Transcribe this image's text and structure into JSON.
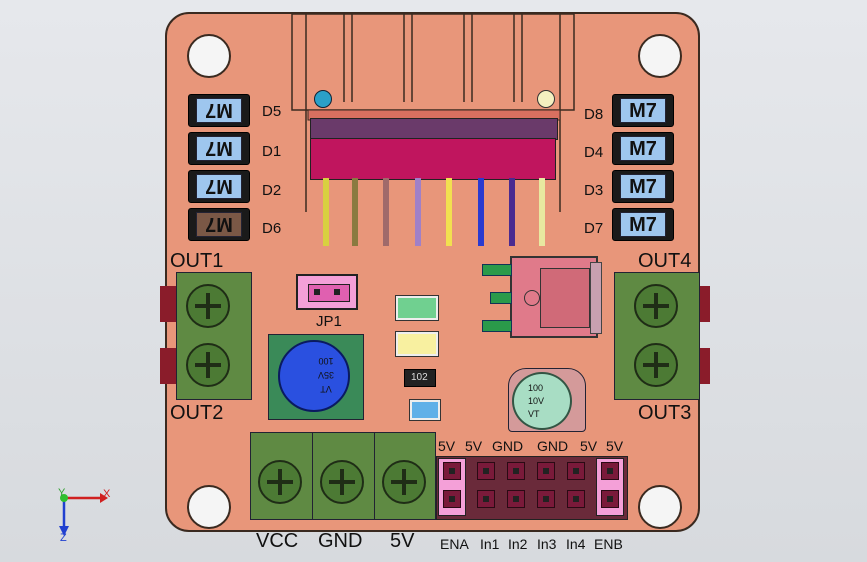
{
  "diodes_left": [
    {
      "label": "D5",
      "marking": "M7"
    },
    {
      "label": "D1",
      "marking": "M7"
    },
    {
      "label": "D2",
      "marking": "M7"
    },
    {
      "label": "D6",
      "marking": "M7"
    }
  ],
  "diodes_right": [
    {
      "label": "D8",
      "marking": "M7"
    },
    {
      "label": "D4",
      "marking": "M7"
    },
    {
      "label": "D3",
      "marking": "M7"
    },
    {
      "label": "D7",
      "marking": "M7"
    }
  ],
  "outputs": {
    "out1": "OUT1",
    "out2": "OUT2",
    "out3": "OUT3",
    "out4": "OUT4"
  },
  "jumper": {
    "label": "JP1"
  },
  "cap_big": {
    "line1": "VT",
    "line2": "35V",
    "line3": "100"
  },
  "cap_small": {
    "line1": "100",
    "line2": "10V",
    "line3": "VT"
  },
  "resistor": {
    "marking": "102"
  },
  "power_terminals": {
    "vcc": "VCC",
    "gnd": "GND",
    "v5": "5V"
  },
  "header_top": [
    "5V",
    "5V",
    "GND",
    "GND",
    "5V",
    "5V"
  ],
  "header_bottom": [
    "ENA",
    "In1",
    "In2",
    "In3",
    "In4",
    "ENB"
  ],
  "axes": {
    "x": "X",
    "y": "Y",
    "z": "Z"
  },
  "colors": {
    "board": "#e8967a",
    "terminal": "#5f8a43",
    "diode": "#9ec6ee",
    "chip": "#c0155e",
    "header": "#7a1a3a"
  }
}
